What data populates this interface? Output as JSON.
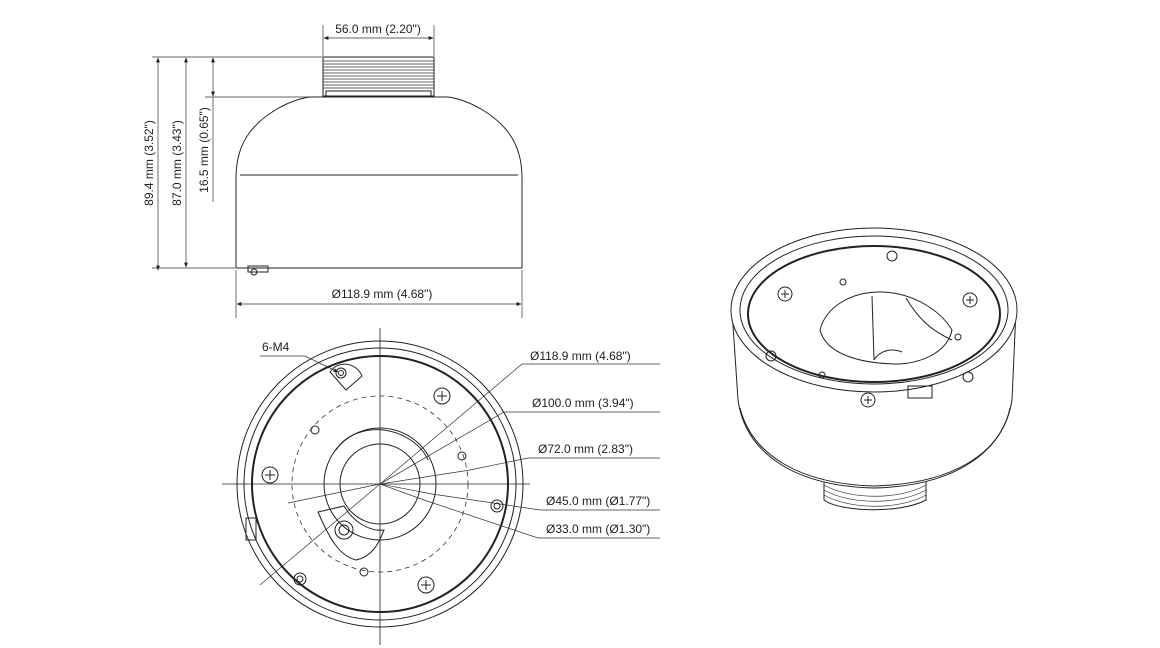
{
  "side_view": {
    "thread_width": "56.0 mm (2.20\")",
    "total_height": "89.4 mm (3.52\")",
    "body_height": "87.0 mm (3.43\")",
    "thread_height": "16.5 mm (0.65\")",
    "base_diameter": "Ø118.9 mm (4.68\")"
  },
  "bottom_view": {
    "screw_label": "6-M4",
    "dims": [
      "Ø118.9 mm (4.68\")",
      "Ø100.0 mm (3.94\")",
      "Ø72.0 mm (2.83\")",
      "Ø45.0 mm (Ø1.77\")",
      "Ø33.0 mm (Ø1.30\")"
    ]
  }
}
